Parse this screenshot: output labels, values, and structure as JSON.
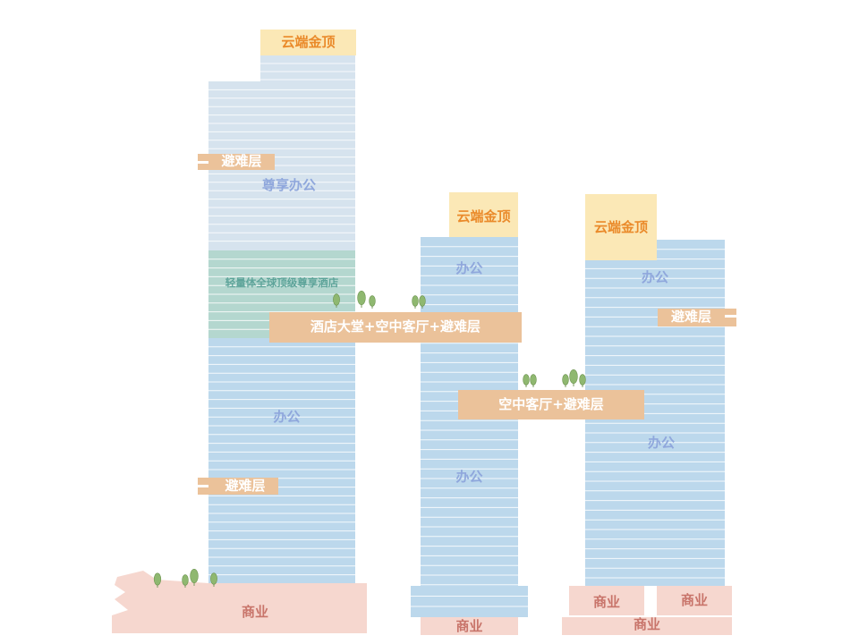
{
  "towers": {
    "t1": {
      "crown": "云端金顶",
      "premium_office": "尊享办公",
      "hotel": "轻量体全球顶级尊享酒店",
      "office": "办公",
      "refuge_upper": "避难层",
      "refuge_lower": "避难层",
      "retail": "商业"
    },
    "t2": {
      "crown": "云端金顶",
      "office_upper": "办公",
      "office_lower": "办公",
      "retail": "商业"
    },
    "t3": {
      "crown": "云端金顶",
      "office_upper": "办公",
      "office_lower": "办公",
      "refuge": "避难层",
      "retail_left": "商业",
      "retail_right": "商业",
      "retail_base": "商业"
    }
  },
  "bridges": {
    "upper": "酒店大堂+空中客厅+避难层",
    "lower": "空中客厅+避难层"
  },
  "colors": {
    "office": "#bcd8ec",
    "premium": "#d6e3ee",
    "hotel": "#b4d7cf",
    "crown": "#fbe8b6",
    "refuge": "#ebc29a",
    "retail": "#f6d7cf",
    "tree": "#8fb870"
  }
}
